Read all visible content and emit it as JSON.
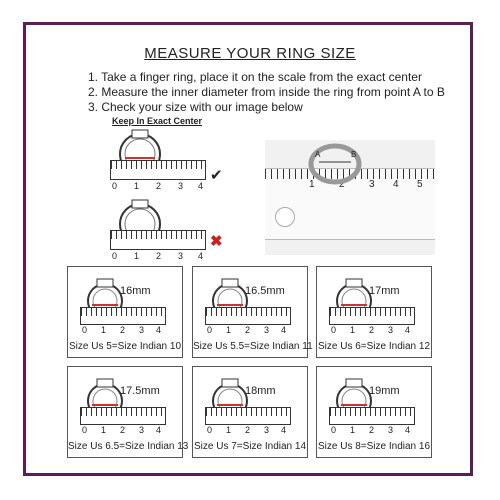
{
  "title": "MEASURE YOUR RING SIZE",
  "steps": [
    "1. Take a finger ring, place it on the scale from the exact center",
    "2. Measure the inner diameter from inside the ring from point A to B",
    "3. Check your size with our image below"
  ],
  "keep_label": "Keep In Exact Center",
  "ruler_numbers": [
    "0",
    "1",
    "2",
    "3",
    "4"
  ],
  "photo_ruler_numbers": [
    "1",
    "2",
    "3",
    "4",
    "5"
  ],
  "photo_points": {
    "a": "A",
    "b": "B"
  },
  "cards": [
    {
      "mm": "16mm",
      "us": "5",
      "indian": "10",
      "text_prefix": "Size Us ",
      "text_mid": "=Size Indian "
    },
    {
      "mm": "16.5mm",
      "us": "5.5",
      "indian": "11",
      "text_prefix": "Size Us ",
      "text_mid": "=Size Indian "
    },
    {
      "mm": "17mm",
      "us": "6",
      "indian": "12",
      "text_prefix": "Size Us ",
      "text_mid": "=Size Indian "
    },
    {
      "mm": "17.5mm",
      "us": "6.5",
      "indian": "13",
      "text_prefix": "Size Us ",
      "text_mid": "=Size Indian "
    },
    {
      "mm": "18mm",
      "us": "7",
      "indian": "14",
      "text_prefix": "Size Us ",
      "text_mid": "=Size Indian "
    },
    {
      "mm": "19mm",
      "us": "8",
      "indian": "16",
      "text_prefix": "Size Us ",
      "text_mid": "=Size Indian "
    }
  ],
  "colors": {
    "border": "#5b1f55",
    "correct": "#222222",
    "wrong": "#cc1f1f",
    "ring_band": "#cc3333"
  }
}
